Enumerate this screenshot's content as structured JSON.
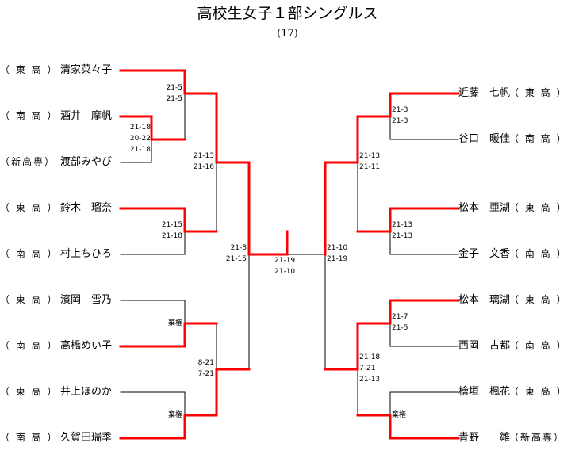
{
  "title": "高校生女子１部シングルス",
  "subtitle": "(17)",
  "colors": {
    "winner": "#ff0000",
    "line": "#000000"
  },
  "left_players": [
    {
      "school": "（ 東 高 ）",
      "name": "清家菜々子"
    },
    {
      "school": "（ 南 高 ）",
      "name": "酒井　摩帆"
    },
    {
      "school": "（新高専）",
      "name": "渡部みやび"
    },
    {
      "school": "（ 東 高 ）",
      "name": "鈴木　瑠奈"
    },
    {
      "school": "（ 南 高 ）",
      "name": "村上ちひろ"
    },
    {
      "school": "（ 東 高 ）",
      "name": "濱岡　雪乃"
    },
    {
      "school": "（ 南 高 ）",
      "name": "高橋めい子"
    },
    {
      "school": "（ 東 高 ）",
      "name": "井上ほのか"
    },
    {
      "school": "（ 南 高 ）",
      "name": "久賀田瑞季"
    }
  ],
  "right_players": [
    {
      "name": "近藤　七帆",
      "school": "（ 東 高 ）"
    },
    {
      "name": "谷口　暖佳",
      "school": "（ 南 高 ）"
    },
    {
      "name": "松本　亜湖",
      "school": "（ 東 高 ）"
    },
    {
      "name": "金子　文香",
      "school": "（ 南 高 ）"
    },
    {
      "name": "松本　璃湖",
      "school": "（ 東 高 ）"
    },
    {
      "name": "西岡　古都",
      "school": "（ 南 高 ）"
    },
    {
      "name": "檜垣　楓花",
      "school": "（ 東 高 ）"
    },
    {
      "name": "青野　　雛",
      "school": "（新高専）"
    }
  ],
  "scores": {
    "l_r1": [
      "21-18",
      "20-22",
      "21-18"
    ],
    "l_qf1": [
      "21-5",
      "21-5"
    ],
    "l_qf2": [
      "21-15",
      "21-18"
    ],
    "l_qf3": [
      "棄権"
    ],
    "l_qf4": [
      "棄権"
    ],
    "l_sf1": [
      "21-13",
      "21-16"
    ],
    "l_sf2": [
      "8-21",
      "7-21"
    ],
    "l_f": [
      "21-8",
      "21-15"
    ],
    "final": [
      "21-19",
      "21-10"
    ],
    "r_f": [
      "21-10",
      "21-19"
    ],
    "r_qf1": [
      "21-3",
      "21-3"
    ],
    "r_qf2": [
      "21-13",
      "21-13"
    ],
    "r_qf3": [
      "21-7",
      "21-5"
    ],
    "r_qf4": [
      "棄権"
    ],
    "r_sf1": [
      "21-13",
      "21-11"
    ],
    "r_sf2": [
      "21-18",
      "7-21",
      "21-13"
    ]
  }
}
